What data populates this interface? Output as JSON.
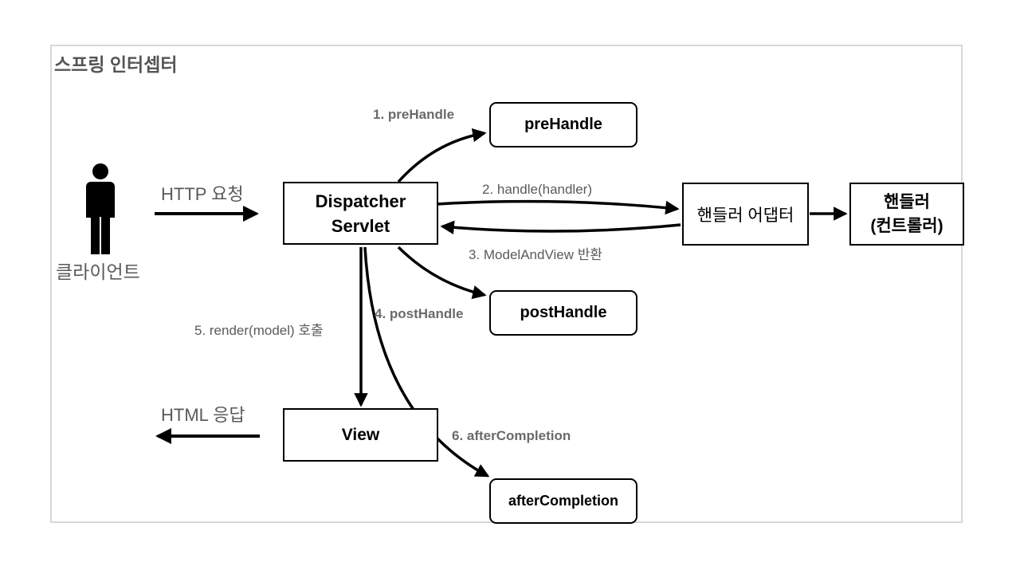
{
  "title": "스프링 인터셉터",
  "client": {
    "label": "클라이언트",
    "icon": "person-icon"
  },
  "nodes": {
    "dispatcher_line1": "Dispatcher",
    "dispatcher_line2": "Servlet",
    "pre_handle": "preHandle",
    "post_handle": "postHandle",
    "after_completion": "afterCompletion",
    "handler_adapter": "핸들러 어댑터",
    "handler_line1": "핸들러",
    "handler_line2": "(컨트롤러)",
    "view": "View"
  },
  "edges": {
    "http_request": "HTTP 요청",
    "html_response": "HTML 응답",
    "step1": "1. preHandle",
    "step2": "2. handle(handler)",
    "step3": "3. ModelAndView 반환",
    "step4": "4. postHandle",
    "step5": "5. render(model) 호출",
    "step6": "6. afterCompletion"
  }
}
